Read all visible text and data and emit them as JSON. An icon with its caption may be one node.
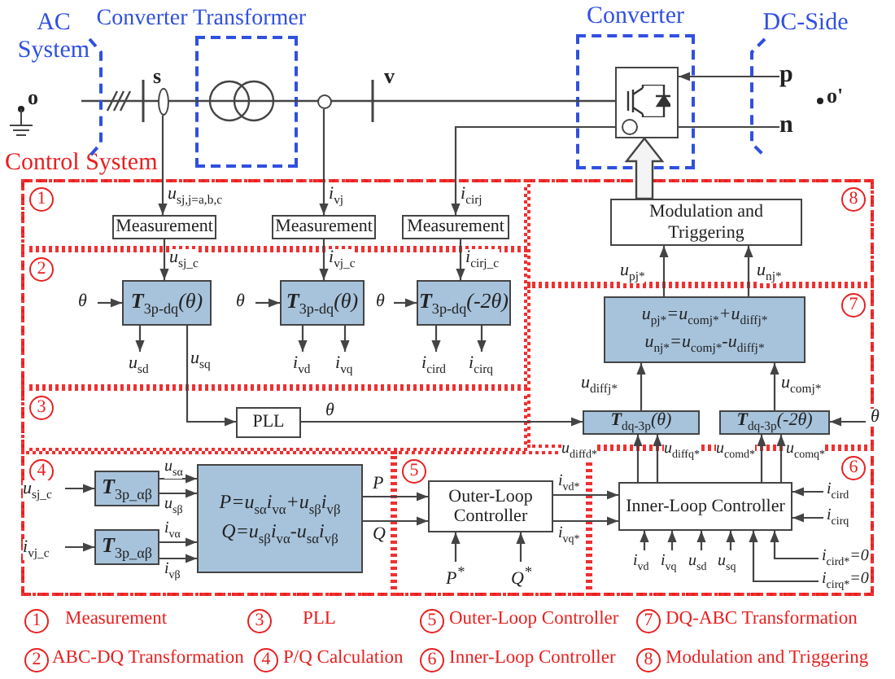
{
  "diagram": {
    "nodes": [
      {
        "text": [
          "Converter Transformer"
        ]
      },
      {
        "text": [
          "Converter"
        ]
      },
      {
        "text": [],
        "shape": "box",
        "in": 1
      },
      {
        "text": [
          "p"
        ]
      },
      {
        "text": [
          "n"
        ]
      },
      {
        "text": [
          "Control System"
        ]
      },
      {
        "text": [
          "1"
        ],
        "in": 5
      },
      {
        "text": [
          "Measurement"
        ],
        "in": 6
      },
      {
        "text": [
          "Measurement"
        ],
        "in": 6
      },
      {
        "text": [
          "Measurement"
        ],
        "in": 6
      },
      {
        "text": [
          "2"
        ],
        "in": 5
      },
      {
        "text": [
          "**T**$_{3p-dq}$(θ)"
        ],
        "in": 10
      },
      {
        "text": [
          "**T**$_{3p-dq}$(θ)"
        ],
        "in": 10
      },
      {
        "text": [
          "**T**$_{3p-dq}$(-2θ)"
        ],
        "in": 10
      },
      {
        "text": [
          "3"
        ],
        "in": 5
      },
      {
        "text": [
          "PLL"
        ],
        "in": 14
      },
      {
        "text": [
          "4"
        ],
        "in": 5
      },
      {
        "text": [
          "**T**$_{3p_αβ}$"
        ],
        "in": 16
      },
      {
        "text": [
          "**T**$_{3p_αβ}$"
        ],
        "in": 16
      },
      {
        "text": [
          "P=u$_{sα}$i$_{vα}$+u$_{sβ}$i$_{vβ}$",
          "Q=u$_{sβ}$i$_{vα}$-u$_{sα}$i$_{vβ}$"
        ],
        "in": 16
      },
      {
        "text": [
          "5"
        ],
        "in": 5
      },
      {
        "text": [
          "Outer-Loop Controller"
        ],
        "in": 20
      },
      {
        "text": [
          "6"
        ],
        "in": 5
      },
      {
        "text": [
          "Inner-Loop Controller"
        ],
        "in": 22
      },
      {
        "text": [
          "7"
        ],
        "in": 5
      },
      {
        "text": [
          "u$_{pj*}$=u$_{comj*}$+u$_{diffj*}$",
          "u$_{nj*}$=u$_{comj*}$-u$_{diffj*}$"
        ],
        "in": 24
      },
      {
        "text": [
          "**T**$_{dq-3p}$(θ)"
        ],
        "in": 24
      },
      {
        "text": [
          "**T**$_{dq-3p}$(-2θ)"
        ],
        "in": 24
      },
      {
        "text": [
          "8"
        ],
        "in": 5
      },
      {
        "text": [
          "Modulation and Triggering"
        ],
        "in": 28
      },
      {
        "text": [],
        "shape": "circle"
      },
      {
        "text": [],
        "shape": "circle"
      }
    ],
    "edges": [
      {
        "from": 30,
        "to": 7,
        "arrow": "to",
        "label": "u$_{sj,j=a,b,c}$"
      },
      {
        "from": 31,
        "to": 8,
        "arrow": "to",
        "label": "i$_{vj}$"
      },
      {
        "from": 2,
        "to": 9,
        "arrow": "to",
        "label": "i$_{cirj}$"
      },
      {
        "from": 7,
        "to": 11,
        "arrow": "to",
        "label": "u$_{sj_c}$"
      },
      {
        "from": 8,
        "to": 12,
        "arrow": "to",
        "label": "i$_{vj_c}$"
      },
      {
        "from": 9,
        "to": 13,
        "arrow": "to",
        "label": "i$_{cirj_c}$"
      },
      {
        "from": null,
        "to": 11,
        "arrow": "to",
        "label": "θ"
      },
      {
        "from": null,
        "to": 12,
        "arrow": "to",
        "label": "θ"
      },
      {
        "from": null,
        "to": 13,
        "arrow": "to",
        "label": "θ"
      },
      {
        "from": 11,
        "to": null,
        "arrow": "to",
        "label": "u$_{sd}$"
      },
      {
        "from": 11,
        "to": 15,
        "arrow": "to",
        "label": "u$_{sq}$"
      },
      {
        "from": 12,
        "to": null,
        "arrow": "to",
        "label": "i$_{vd}$"
      },
      {
        "from": 12,
        "to": null,
        "arrow": "to",
        "label": "i$_{vq}$"
      },
      {
        "from": 13,
        "to": null,
        "arrow": "to",
        "label": "i$_{cird}$"
      },
      {
        "from": 13,
        "to": null,
        "arrow": "to",
        "label": "i$_{cirq}$"
      },
      {
        "from": 15,
        "to": 26,
        "arrow": "to",
        "label": "θ"
      },
      {
        "from": null,
        "to": 17,
        "arrow": "to",
        "label": "u$_{sj_c}$"
      },
      {
        "from": null,
        "to": 18,
        "arrow": "to",
        "label": "i$_{vj_c}$"
      },
      {
        "from": 17,
        "to": 19,
        "arrow": "to",
        "label": "u$_{sα}$"
      },
      {
        "from": 17,
        "to": 19,
        "arrow": "to",
        "label": "u$_{sβ}$"
      },
      {
        "from": 18,
        "to": 19,
        "arrow": "to",
        "label": "i$_{vα}$"
      },
      {
        "from": 18,
        "to": 19,
        "arrow": "to",
        "label": "i$_{vβ}$"
      },
      {
        "from": 19,
        "to": 21,
        "arrow": "to",
        "label": "P"
      },
      {
        "from": 19,
        "to": 21,
        "arrow": "to",
        "label": "Q"
      },
      {
        "from": null,
        "to": 21,
        "arrow": "to",
        "label": "P$^{*}$"
      },
      {
        "from": null,
        "to": 21,
        "arrow": "to",
        "label": "Q$^{*}$"
      },
      {
        "from": 21,
        "to": 23,
        "arrow": "to",
        "label": "i$_{vd*}$"
      },
      {
        "from": 21,
        "to": 23,
        "arrow": "to",
        "label": "i$_{vq*}$"
      },
      {
        "from": null,
        "to": 23,
        "arrow": "to",
        "label": "i$_{cird}$"
      },
      {
        "from": null,
        "to": 23,
        "arrow": "to",
        "label": "i$_{cirq}$"
      },
      {
        "from": null,
        "to": 23,
        "arrow": "to",
        "label": "i$_{vd}$"
      },
      {
        "from": null,
        "to": 23,
        "arrow": "to",
        "label": "i$_{vq}$"
      },
      {
        "from": null,
        "to": 23,
        "arrow": "to",
        "label": "u$_{sd}$"
      },
      {
        "from": null,
        "to": 23,
        "arrow": "to",
        "label": "u$_{sq}$"
      },
      {
        "from": null,
        "to": 23,
        "arrow": "to",
        "label": "i$_{cird*}$=0"
      },
      {
        "from": null,
        "to": 23,
        "arrow": "to",
        "label": "i$_{cirq*}$=0"
      },
      {
        "from": 23,
        "to": 26,
        "arrow": "to",
        "label": "u$_{diffd*}$"
      },
      {
        "from": 23,
        "to": 26,
        "arrow": "to",
        "label": "u$_{diffq*}$"
      },
      {
        "from": 23,
        "to": 27,
        "arrow": "to",
        "label": "u$_{comd*}$"
      },
      {
        "from": 23,
        "to": 27,
        "arrow": "to",
        "label": "u$_{comq*}$"
      },
      {
        "from": null,
        "to": 27,
        "arrow": "to",
        "label": "θ"
      },
      {
        "from": 26,
        "to": 25,
        "arrow": "to",
        "label": "u$_{diffj*}$"
      },
      {
        "from": 27,
        "to": 25,
        "arrow": "to",
        "label": "u$_{comj*}$"
      },
      {
        "from": 25,
        "to": 29,
        "arrow": "to",
        "label": "u$_{pj*}$"
      },
      {
        "from": 25,
        "to": 29,
        "arrow": "to",
        "label": "u$_{nj*}$"
      },
      {
        "from": 29,
        "to": 2,
        "arrow": "to",
        "style": "thick"
      },
      {
        "from": 3,
        "to": 2,
        "arrow": "to"
      },
      {
        "from": 4,
        "to": 2,
        "arrow": "none"
      }
    ],
    "labels": [
      "AC System",
      "s",
      "v",
      "DC-Side",
      "o",
      "o'",
      "1",
      "Measurement",
      "3",
      "PLL",
      "5",
      "Outer-Loop Controller",
      "7",
      "DQ-ABC Transformation",
      "2",
      "ABC-DQ Transformation",
      "4",
      "P/Q Calculation",
      "6",
      "Inner-Loop Controller",
      "8",
      "Modulation and Triggering"
    ]
  }
}
